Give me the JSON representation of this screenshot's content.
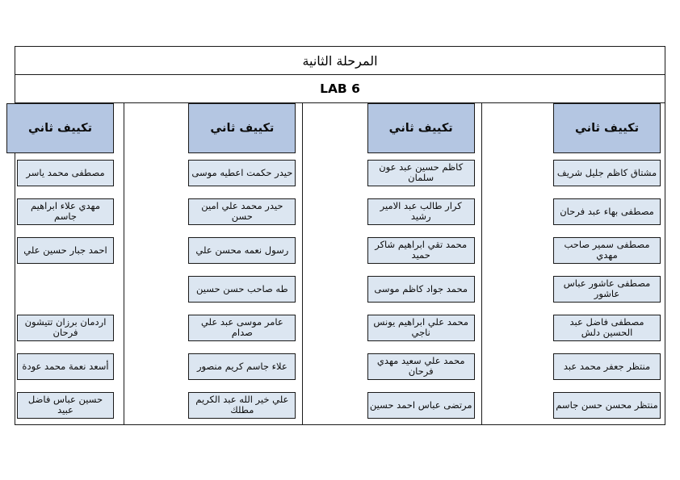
{
  "document": {
    "stage_title": "المرحلة الثانية",
    "lab_title": "LAB 6"
  },
  "colors": {
    "header_cell_fill": "#b4c6e2",
    "data_cell_fill": "#dce6f1",
    "border": "#1a1a1a",
    "page_background": "#ffffff",
    "text": "#0d0d0d"
  },
  "table": {
    "group_header_label": "تكييف ثاني",
    "row_count": 7,
    "column_count": 4,
    "columns": [
      {
        "index": 1,
        "header": "تكييف ثاني",
        "names": [
          "مشتاق كاظم جليل شريف",
          "مصطفى بهاء عبد فرحان",
          "مصطفى سمير صاحب مهدي",
          "مصطفى عاشور عباس عاشور",
          "مصطفى فاضل عبد الحسين دلش",
          "منتظر جعفر محمد عبد",
          "منتظر محسن حسن جاسم"
        ]
      },
      {
        "index": 2,
        "header": "تكييف ثاني",
        "names": [
          "كاظم حسين عبد عون سلمان",
          "كرار طالب عبد الامير رشيد",
          "محمد تقي ابراهيم شاكر حميد",
          "محمد جواد كاظم موسى",
          "محمد علي ابراهيم يونس ناجي",
          "محمد علي سعيد مهدي فرحان",
          "مرتضى عباس احمد حسين"
        ]
      },
      {
        "index": 3,
        "header": "تكييف ثاني",
        "names": [
          "حيدر حكمت اعطيه موسى",
          "حيدر محمد علي امين حسن",
          "رسول نعمه محسن علي",
          "طه صاحب حسن حسين",
          "عامر موسى عبد علي صدام",
          "علاء جاسم كريم منصور",
          "علي خير الله عبد الكريم مطلك"
        ]
      },
      {
        "index": 4,
        "header": "تكييف ثاني",
        "names": [
          "مصطفى محمد ياسر",
          "مهدي علاء ابراهيم جاسم",
          "احمد جبار حسين علي",
          "",
          "اردمان برزان تتيشون فرحان",
          "أسعد نعمة محمد عودة",
          "حسين عباس فاضل عبيد"
        ]
      }
    ]
  }
}
